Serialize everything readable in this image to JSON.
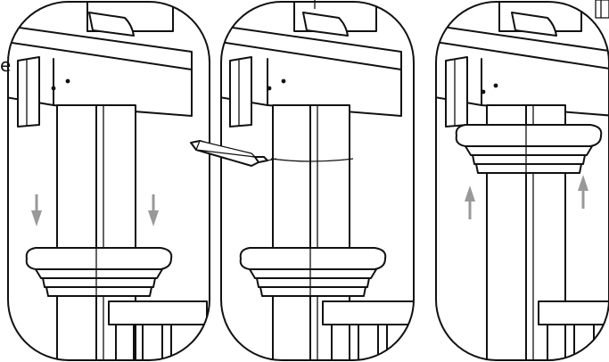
{
  "panels": [
    {
      "name": "step-1",
      "cap_position": "low",
      "arrow_direction": "down"
    },
    {
      "name": "step-2",
      "cap_position": "low",
      "tool": "utility-knife"
    },
    {
      "name": "step-3",
      "cap_position": "high",
      "arrow_direction": "up"
    }
  ],
  "edge_text": "e",
  "colors": {
    "line": "#111111",
    "arrow": "#999999",
    "background": "#ffffff"
  }
}
